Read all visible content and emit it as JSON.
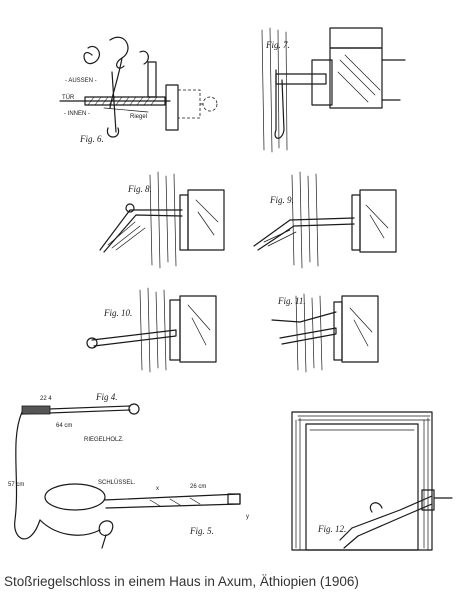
{
  "caption": "Stoßriegelschloss in einem Haus in Axum, Äthiopien (1906)",
  "figures": {
    "fig6": {
      "label": "Fig. 6.",
      "aussen": "- AUSSEN -",
      "tuer": "TÜR",
      "innen": "- INNEN -",
      "riegel": "Riegel"
    },
    "fig7": {
      "label": "Fig. 7."
    },
    "fig8": {
      "label": "Fig. 8."
    },
    "fig9": {
      "label": "Fig. 9."
    },
    "fig10": {
      "label": "Fig. 10."
    },
    "fig11": {
      "label": "Fig. 11."
    },
    "fig4": {
      "label": "Fig 4.",
      "dim_top": "22 4",
      "dim_length": "64 cm",
      "name": "RIEGELHOLZ.",
      "dim_left": "57 cm"
    },
    "fig5": {
      "label": "Fig. 5.",
      "name": "SCHLÜSSEL.",
      "dim_x": "x",
      "dim_length": "26 cm",
      "y": "y"
    },
    "fig12": {
      "label": "Fig. 12."
    }
  }
}
